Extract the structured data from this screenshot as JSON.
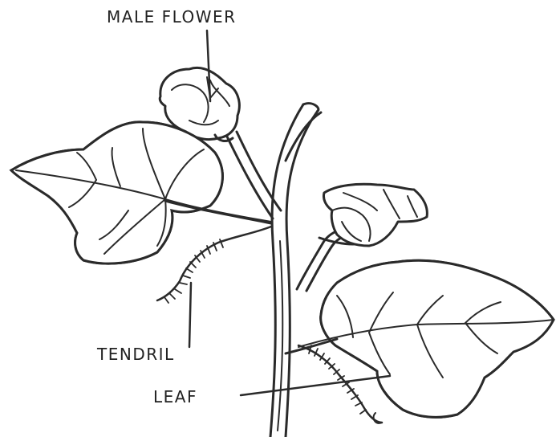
{
  "labels": {
    "male_flower": "MALE FLOWER",
    "tendril": "TENDRIL",
    "leaf": "LEAF"
  },
  "colors": {
    "ink": "#2a2a2a",
    "background": "#ffffff"
  }
}
